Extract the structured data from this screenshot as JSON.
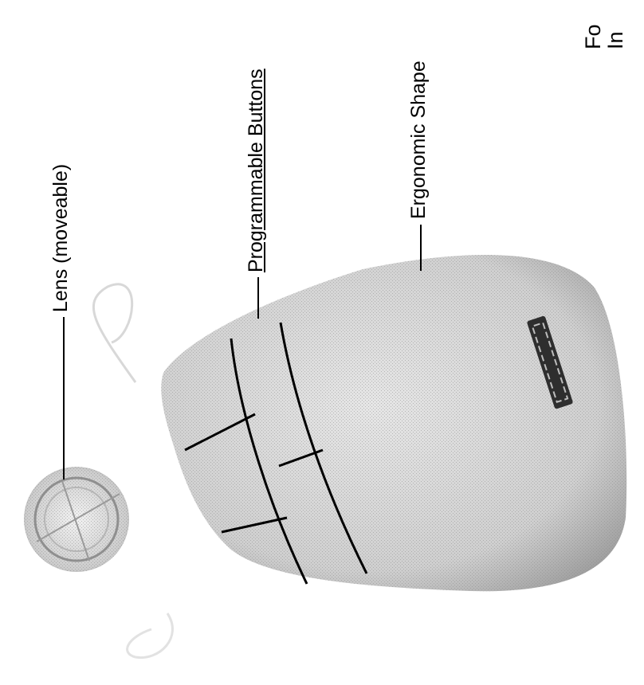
{
  "labels": {
    "lens": "Lens (moveable)",
    "buttons": "Programmable Buttons",
    "shape": "Ergonomic Shape",
    "cutoff_line1": "Fo",
    "cutoff_line2": "In"
  },
  "colors": {
    "body_fill": "#d4d4d4",
    "body_shadow": "#a8a8a8",
    "line": "#000000",
    "background": "#ffffff"
  }
}
